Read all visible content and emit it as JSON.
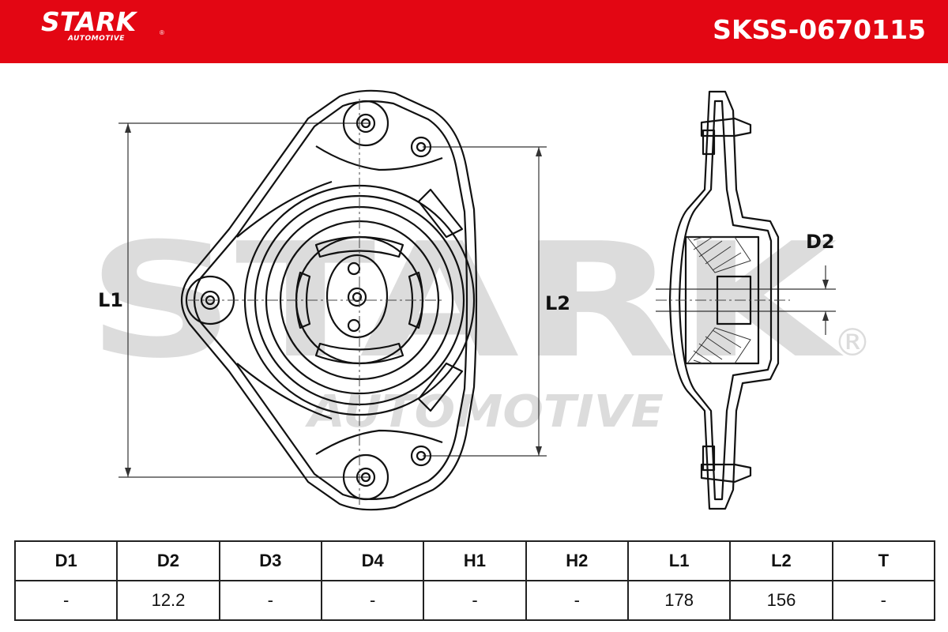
{
  "header": {
    "brand": "STARK",
    "brand_sub": "AUTOMOTIVE",
    "registered_mark": "®",
    "part_number": "SKSS-0670115",
    "background_color": "#e30613"
  },
  "watermark": {
    "main": "STARK",
    "sub": "AUTOMOTIVE",
    "registered_mark": "®"
  },
  "drawing": {
    "labels": {
      "l1": "L1",
      "l2": "L2",
      "d2": "D2"
    }
  },
  "specs": {
    "headers": [
      "D1",
      "D2",
      "D3",
      "D4",
      "H1",
      "H2",
      "L1",
      "L2",
      "T"
    ],
    "values": [
      "-",
      "12.2",
      "-",
      "-",
      "-",
      "-",
      "178",
      "156",
      "-"
    ]
  }
}
